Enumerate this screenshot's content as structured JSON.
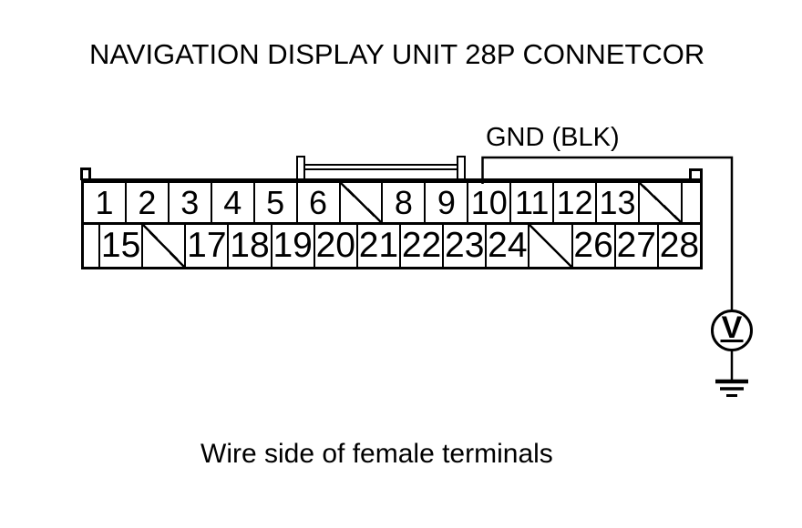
{
  "title": "NAVIGATION DISPLAY UNIT 28P CONNETCOR",
  "wire": {
    "label": "GND (BLK)",
    "connects_to_pin": "10"
  },
  "meter": {
    "label": "V"
  },
  "caption": "Wire side of female terminals",
  "colors": {
    "ink": "#000000",
    "background": "#ffffff"
  },
  "connector": {
    "pin_count_label": "28P",
    "rows": [
      {
        "name": "top",
        "cells": [
          {
            "type": "pin",
            "label": "1"
          },
          {
            "type": "pin",
            "label": "2"
          },
          {
            "type": "pin",
            "label": "3"
          },
          {
            "type": "pin",
            "label": "4"
          },
          {
            "type": "pin",
            "label": "5"
          },
          {
            "type": "pin",
            "label": "6"
          },
          {
            "type": "slash"
          },
          {
            "type": "pin",
            "label": "8"
          },
          {
            "type": "pin",
            "label": "9"
          },
          {
            "type": "pin",
            "label": "10"
          },
          {
            "type": "pin",
            "label": "11"
          },
          {
            "type": "pin",
            "label": "12"
          },
          {
            "type": "pin",
            "label": "13"
          },
          {
            "type": "slash"
          },
          {
            "type": "spacer"
          }
        ]
      },
      {
        "name": "bottom",
        "cells": [
          {
            "type": "spacer"
          },
          {
            "type": "pin",
            "label": "15"
          },
          {
            "type": "slash"
          },
          {
            "type": "pin",
            "label": "17"
          },
          {
            "type": "pin",
            "label": "18"
          },
          {
            "type": "pin",
            "label": "19"
          },
          {
            "type": "pin",
            "label": "20"
          },
          {
            "type": "pin",
            "label": "21"
          },
          {
            "type": "pin",
            "label": "22"
          },
          {
            "type": "pin",
            "label": "23"
          },
          {
            "type": "pin",
            "label": "24"
          },
          {
            "type": "slash"
          },
          {
            "type": "pin",
            "label": "26"
          },
          {
            "type": "pin",
            "label": "27"
          },
          {
            "type": "pin",
            "label": "28"
          }
        ]
      }
    ]
  }
}
